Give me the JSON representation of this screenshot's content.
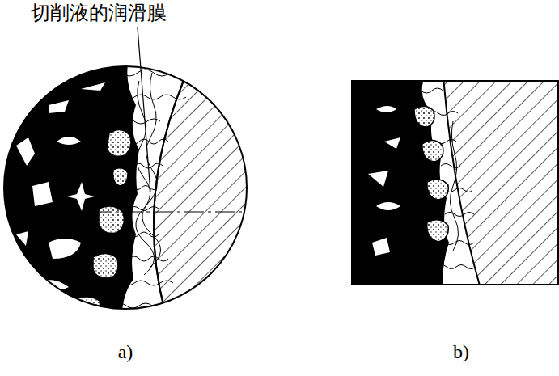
{
  "diagram": {
    "labels": [
      "切削液的润滑膜",
      "a)",
      "b)"
    ]
  }
}
